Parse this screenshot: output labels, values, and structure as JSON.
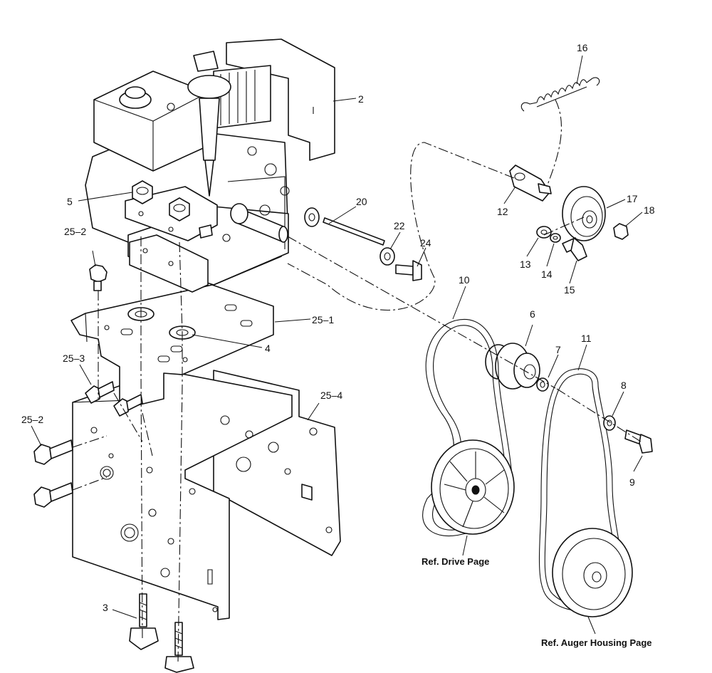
{
  "callouts": [
    {
      "id": "c2",
      "text": "2"
    },
    {
      "id": "c3",
      "text": "3"
    },
    {
      "id": "c4",
      "text": "4"
    },
    {
      "id": "c5",
      "text": "5"
    },
    {
      "id": "c6",
      "text": "6"
    },
    {
      "id": "c7",
      "text": "7"
    },
    {
      "id": "c8",
      "text": "8"
    },
    {
      "id": "c9",
      "text": "9"
    },
    {
      "id": "c10",
      "text": "10"
    },
    {
      "id": "c11",
      "text": "11"
    },
    {
      "id": "c12",
      "text": "12"
    },
    {
      "id": "c13",
      "text": "13"
    },
    {
      "id": "c14",
      "text": "14"
    },
    {
      "id": "c15",
      "text": "15"
    },
    {
      "id": "c16",
      "text": "16"
    },
    {
      "id": "c17",
      "text": "17"
    },
    {
      "id": "c18",
      "text": "18"
    },
    {
      "id": "c20",
      "text": "20"
    },
    {
      "id": "c22",
      "text": "22"
    },
    {
      "id": "c24",
      "text": "24"
    },
    {
      "id": "c25_1",
      "text": "25–1"
    },
    {
      "id": "c25_2a",
      "text": "25–2"
    },
    {
      "id": "c25_2b",
      "text": "25–2"
    },
    {
      "id": "c25_3",
      "text": "25–3"
    },
    {
      "id": "c25_4",
      "text": "25–4"
    }
  ],
  "references": {
    "drive": "Ref. Drive Page",
    "auger": "Ref. Auger Housing Page"
  }
}
